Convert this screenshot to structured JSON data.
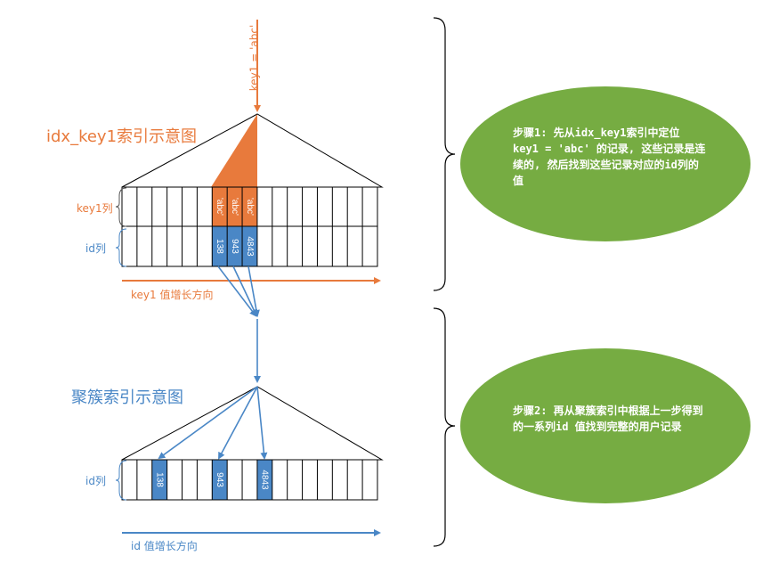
{
  "colors": {
    "orange": "#e87a3c",
    "blue": "#4a87c6",
    "green": "#76ac42",
    "outline": "#000000"
  },
  "top_arrow": {
    "label": "key1 = 'abc'"
  },
  "secondary_index": {
    "title": "idx_key1索引示意图",
    "row1_label": "key1列",
    "row2_label": "id列",
    "key_values": [
      "'abc'",
      "'abc'",
      "'abc'"
    ],
    "id_values": [
      "138",
      "943",
      "4843"
    ],
    "axis_label": "key1 值增长方向"
  },
  "clustered_index": {
    "title": "聚簇索引示意图",
    "row_label": "id列",
    "id_values": [
      "138",
      "943",
      "4843"
    ],
    "axis_label": "id 值增长方向"
  },
  "steps": [
    {
      "text": "步骤1: 先从idx_key1索引中定位 key1 = 'abc' 的记录, 这些记录是连续的, 然后找到这些记录对应的id列的值"
    },
    {
      "text": "步骤2: 再从聚簇索引中根据上一步得到的一系列id 值找到完整的用户记录"
    }
  ]
}
